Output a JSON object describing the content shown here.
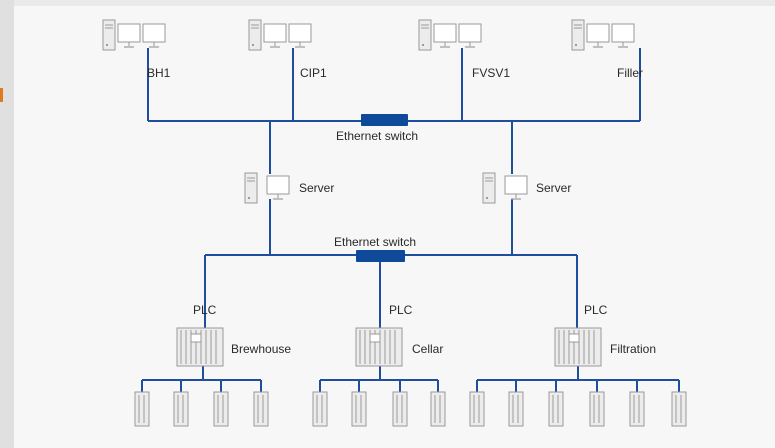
{
  "colors": {
    "line": "#1f4e9c",
    "switch": "#0e4a99",
    "background": "#eaeaea",
    "panel": "#f7f7f7",
    "equipment": "#ececec",
    "equipment_stroke": "#9a9a9a"
  },
  "icons": {
    "workstation": "workstation-icon",
    "server": "server-icon",
    "plc": "plc-rack-icon",
    "field_device": "io-module-icon",
    "switch": "ethernet-switch-icon"
  },
  "workstations": [
    "BH1",
    "CIP1",
    "FVSV1",
    "Filler"
  ],
  "switches": {
    "top_label": "Ethernet switch",
    "bottom_label": "Ethernet switch"
  },
  "servers": [
    "Server",
    "Server"
  ],
  "plc_label": "PLC",
  "plc_units": [
    {
      "name": "Brewhouse",
      "devices": 4
    },
    {
      "name": "Cellar",
      "devices": 4
    },
    {
      "name": "Filtration",
      "devices": 6
    }
  ]
}
